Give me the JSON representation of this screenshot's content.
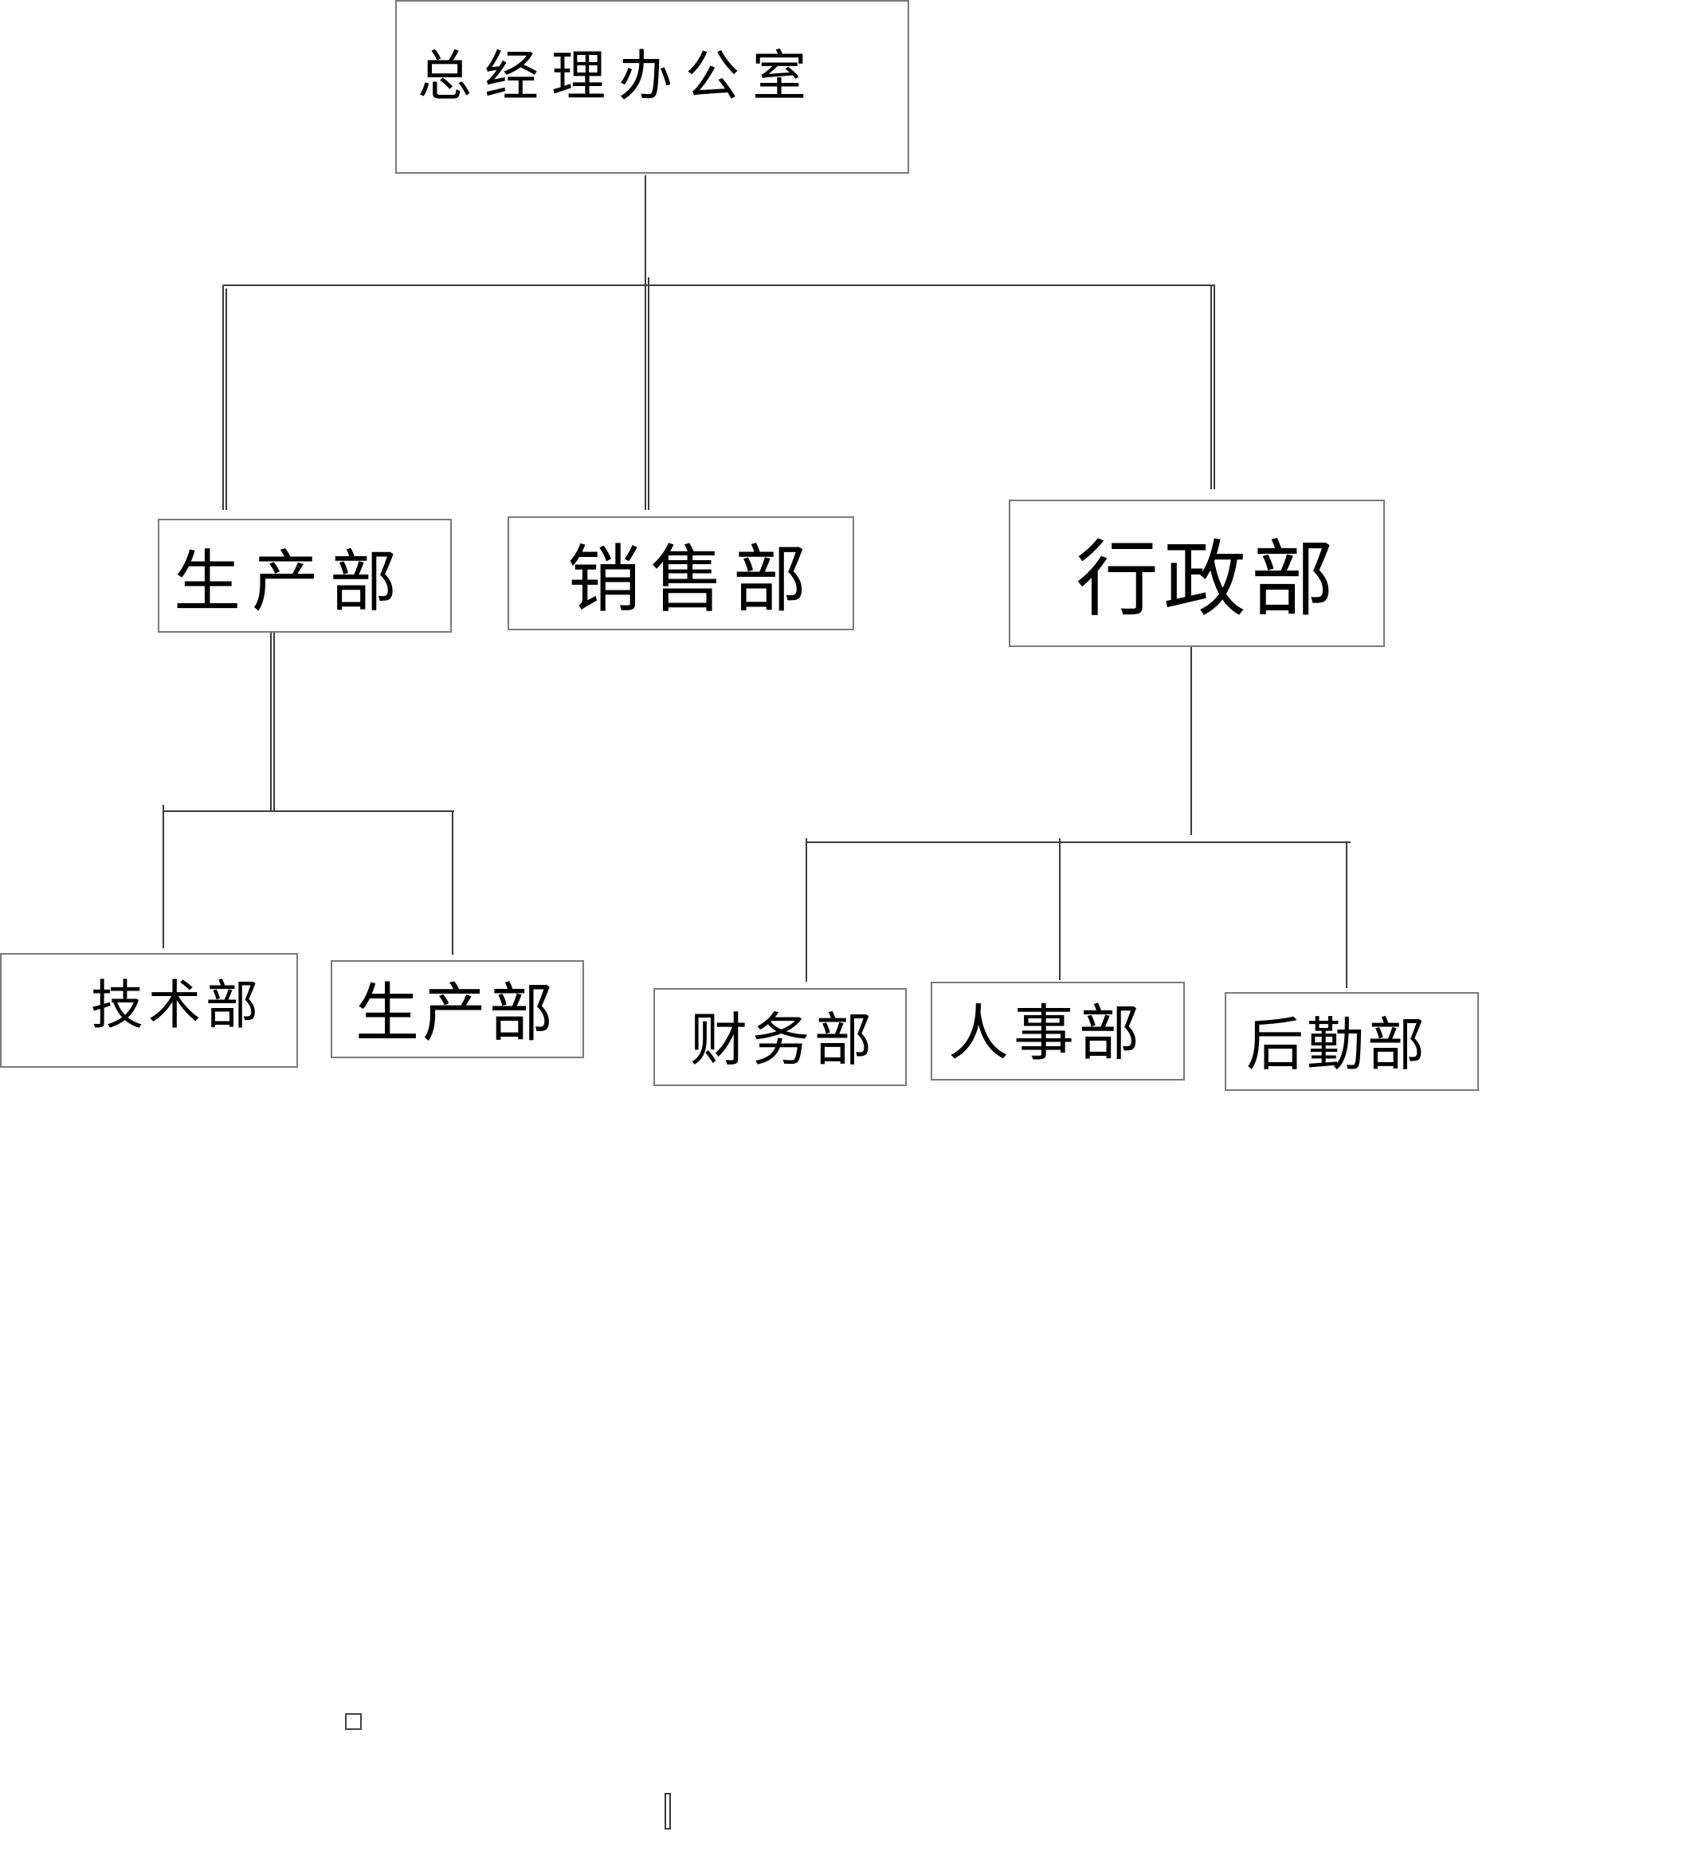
{
  "org_chart": {
    "root": {
      "label": "总经理办公室"
    },
    "production": {
      "label": "生产部"
    },
    "sales": {
      "label": "销售部"
    },
    "administration": {
      "label": "行政部"
    },
    "technical": {
      "label": "技术部"
    },
    "production_sub": {
      "label": "生产部"
    },
    "finance": {
      "label": "财务部"
    },
    "hr": {
      "label": "人事部"
    },
    "logistics": {
      "label": "后勤部"
    }
  },
  "colors": {
    "box_border": "#7a7a7a",
    "connector": "#3a3a3a",
    "text": "#000000",
    "background": "#ffffff"
  }
}
